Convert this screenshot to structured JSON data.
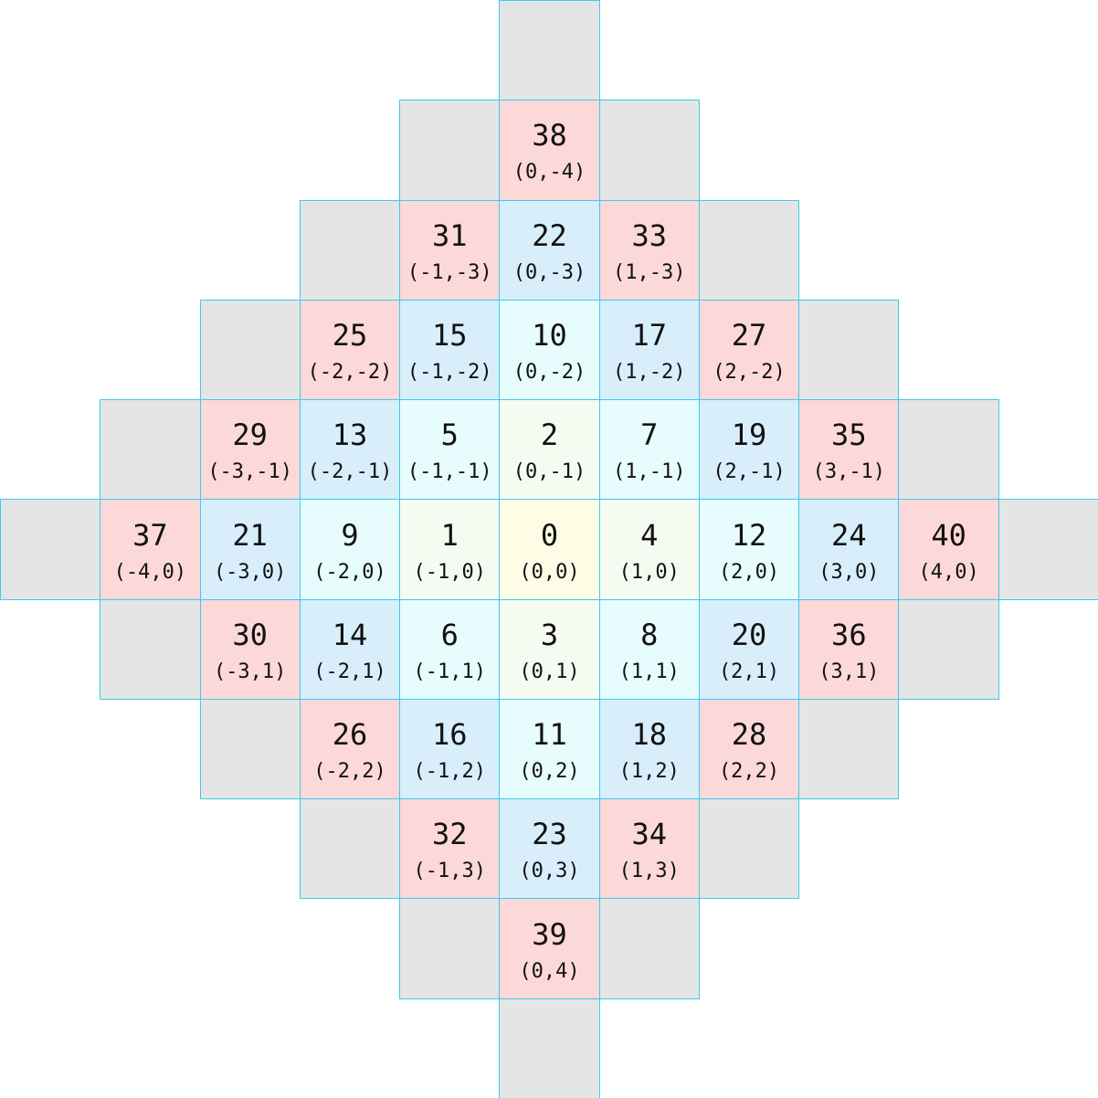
{
  "colors_by_distance": [
    "#fdfde6",
    "#f6fbf2",
    "#e7fdfd",
    "#d8eefa",
    "#fdd8d8",
    "#e5e5e5"
  ],
  "border_color": "#3ccbee",
  "cells": [
    {
      "id": "38",
      "coord": "(0,-4)",
      "x": 0,
      "y": -4
    },
    {
      "id": "31",
      "coord": "(-1,-3)",
      "x": -1,
      "y": -3
    },
    {
      "id": "22",
      "coord": "(0,-3)",
      "x": 0,
      "y": -3
    },
    {
      "id": "33",
      "coord": "(1,-3)",
      "x": 1,
      "y": -3
    },
    {
      "id": "25",
      "coord": "(-2,-2)",
      "x": -2,
      "y": -2
    },
    {
      "id": "15",
      "coord": "(-1,-2)",
      "x": -1,
      "y": -2
    },
    {
      "id": "10",
      "coord": "(0,-2)",
      "x": 0,
      "y": -2
    },
    {
      "id": "17",
      "coord": "(1,-2)",
      "x": 1,
      "y": -2
    },
    {
      "id": "27",
      "coord": "(2,-2)",
      "x": 2,
      "y": -2
    },
    {
      "id": "29",
      "coord": "(-3,-1)",
      "x": -3,
      "y": -1
    },
    {
      "id": "13",
      "coord": "(-2,-1)",
      "x": -2,
      "y": -1
    },
    {
      "id": "5",
      "coord": "(-1,-1)",
      "x": -1,
      "y": -1
    },
    {
      "id": "2",
      "coord": "(0,-1)",
      "x": 0,
      "y": -1
    },
    {
      "id": "7",
      "coord": "(1,-1)",
      "x": 1,
      "y": -1
    },
    {
      "id": "19",
      "coord": "(2,-1)",
      "x": 2,
      "y": -1
    },
    {
      "id": "35",
      "coord": "(3,-1)",
      "x": 3,
      "y": -1
    },
    {
      "id": "37",
      "coord": "(-4,0)",
      "x": -4,
      "y": 0
    },
    {
      "id": "21",
      "coord": "(-3,0)",
      "x": -3,
      "y": 0
    },
    {
      "id": "9",
      "coord": "(-2,0)",
      "x": -2,
      "y": 0
    },
    {
      "id": "1",
      "coord": "(-1,0)",
      "x": -1,
      "y": 0
    },
    {
      "id": "0",
      "coord": "(0,0)",
      "x": 0,
      "y": 0
    },
    {
      "id": "4",
      "coord": "(1,0)",
      "x": 1,
      "y": 0
    },
    {
      "id": "12",
      "coord": "(2,0)",
      "x": 2,
      "y": 0
    },
    {
      "id": "24",
      "coord": "(3,0)",
      "x": 3,
      "y": 0
    },
    {
      "id": "40",
      "coord": "(4,0)",
      "x": 4,
      "y": 0
    },
    {
      "id": "30",
      "coord": "(-3,1)",
      "x": -3,
      "y": 1
    },
    {
      "id": "14",
      "coord": "(-2,1)",
      "x": -2,
      "y": 1
    },
    {
      "id": "6",
      "coord": "(-1,1)",
      "x": -1,
      "y": 1
    },
    {
      "id": "3",
      "coord": "(0,1)",
      "x": 0,
      "y": 1
    },
    {
      "id": "8",
      "coord": "(1,1)",
      "x": 1,
      "y": 1
    },
    {
      "id": "20",
      "coord": "(2,1)",
      "x": 2,
      "y": 1
    },
    {
      "id": "36",
      "coord": "(3,1)",
      "x": 3,
      "y": 1
    },
    {
      "id": "26",
      "coord": "(-2,2)",
      "x": -2,
      "y": 2
    },
    {
      "id": "16",
      "coord": "(-1,2)",
      "x": -1,
      "y": 2
    },
    {
      "id": "11",
      "coord": "(0,2)",
      "x": 0,
      "y": 2
    },
    {
      "id": "18",
      "coord": "(1,2)",
      "x": 1,
      "y": 2
    },
    {
      "id": "28",
      "coord": "(2,2)",
      "x": 2,
      "y": 2
    },
    {
      "id": "32",
      "coord": "(-1,3)",
      "x": -1,
      "y": 3
    },
    {
      "id": "23",
      "coord": "(0,3)",
      "x": 0,
      "y": 3
    },
    {
      "id": "34",
      "coord": "(1,3)",
      "x": 1,
      "y": 3
    },
    {
      "id": "39",
      "coord": "(0,4)",
      "x": 0,
      "y": 4
    }
  ],
  "boundary_distance": 5
}
